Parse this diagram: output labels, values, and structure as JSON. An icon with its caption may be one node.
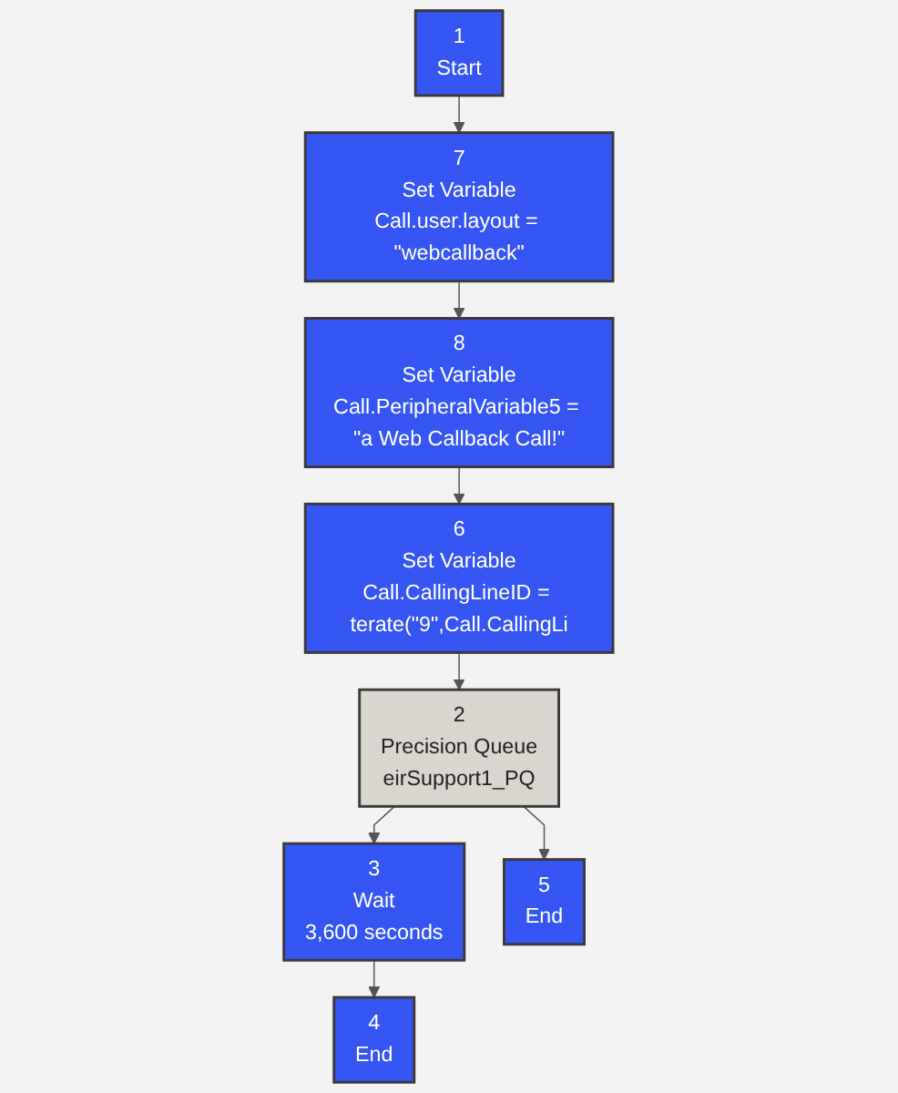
{
  "diagram": {
    "nodes": [
      {
        "text": [
          "1",
          "Start"
        ]
      },
      {
        "text": [
          "7",
          "Set Variable",
          "Call.user.layout = \"webcallback\""
        ]
      },
      {
        "text": [
          "8",
          "Set Variable",
          "Call.PeripheralVariable5 = \"a Web Callback Call!\""
        ]
      },
      {
        "text": [
          "6",
          "Set Variable",
          "Call.CallingLineID = terate(\"9\",Call.CallingLi"
        ]
      },
      {
        "text": [
          "2",
          "Precision Queue",
          "eirSupport1_PQ"
        ]
      },
      {
        "text": [
          "3",
          "Wait",
          "3,600 seconds"
        ]
      },
      {
        "text": [
          "4",
          "End"
        ]
      },
      {
        "text": [
          "5",
          "End"
        ]
      }
    ],
    "edges": [
      {
        "from": 0,
        "to": 1,
        "arrow": "to"
      },
      {
        "from": 1,
        "to": 2,
        "arrow": "to"
      },
      {
        "from": 2,
        "to": 3,
        "arrow": "to"
      },
      {
        "from": 3,
        "to": 4,
        "arrow": "to"
      },
      {
        "from": 4,
        "to": 5,
        "arrow": "to"
      },
      {
        "from": 5,
        "to": 6,
        "arrow": "to"
      },
      {
        "from": 4,
        "to": 7,
        "arrow": "to"
      }
    ]
  }
}
